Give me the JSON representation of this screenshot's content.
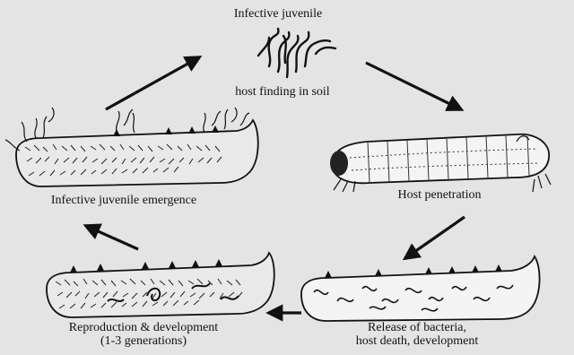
{
  "diagram": {
    "title": "",
    "colors": {
      "background": "#e4e4e4",
      "ink": "#111111",
      "body_fill": "#f4f4f4"
    },
    "stages": {
      "infective_juvenile": "Infective juvenile",
      "host_finding": "host finding in soil",
      "host_penetration": "Host penetration",
      "release_line1": "Release of bacteria,",
      "release_line2": "host death, development",
      "reproduction_line1": "Reproduction & development",
      "reproduction_line2": "(1-3  generations)",
      "emergence": "Infective juvenile emergence"
    },
    "cycle_order": [
      "infective_juvenile",
      "host_penetration",
      "release_of_bacteria",
      "reproduction",
      "emergence"
    ]
  }
}
